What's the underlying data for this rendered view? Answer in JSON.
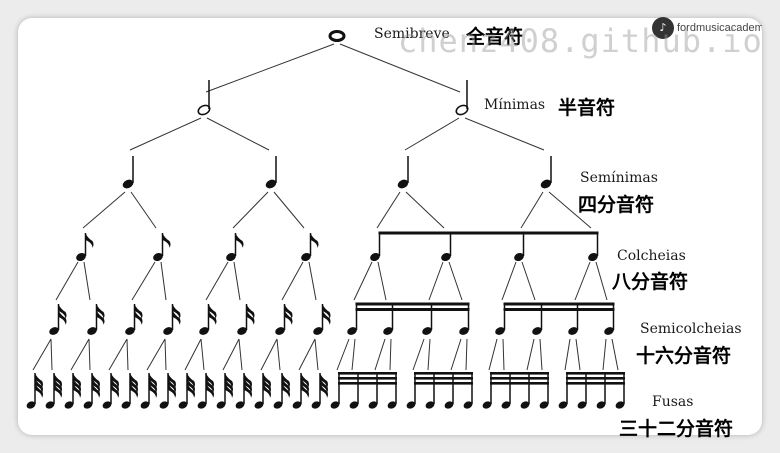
{
  "watermark": "chenz408.github.io",
  "logo": {
    "text": "fordmusicacademy"
  },
  "levels": [
    {
      "name_en": "Semibreve",
      "name_zh": "全音符"
    },
    {
      "name_en": "Mínimas",
      "name_zh": "半音符"
    },
    {
      "name_en": "Semínimas",
      "name_zh": "四分音符"
    },
    {
      "name_en": "Colcheias",
      "name_zh": "八分音符"
    },
    {
      "name_en": "Semicolcheias",
      "name_zh": "十六分音符"
    },
    {
      "name_en": "Fusas",
      "name_zh": "三十二分音符"
    }
  ],
  "colors": {
    "ink": "#111111",
    "line": "#333333"
  }
}
